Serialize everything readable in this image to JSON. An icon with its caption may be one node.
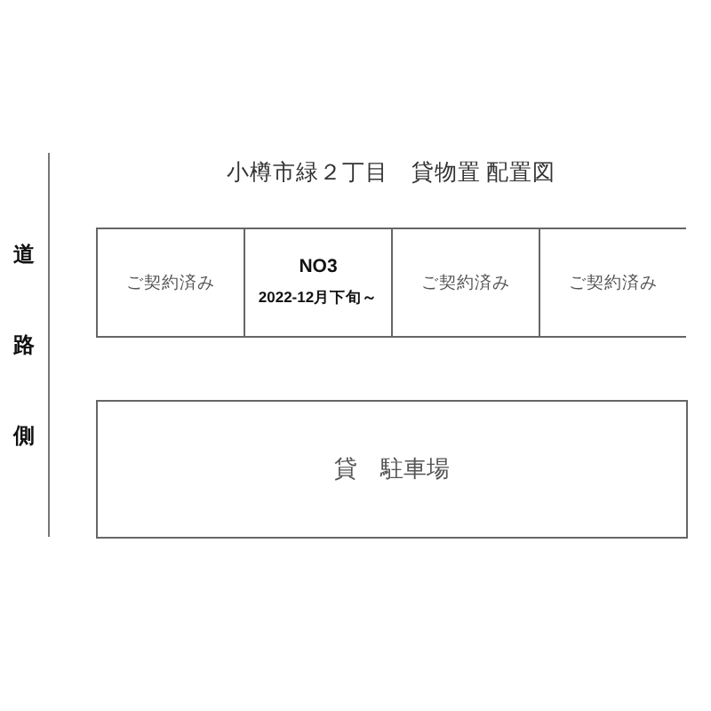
{
  "diagram": {
    "title": "小樽市緑２丁目　貸物置 配置図",
    "nodes": [
      {
        "text": [
          "ご契約済み"
        ]
      },
      {
        "text": [
          "NO3",
          "2022-12月下旬～"
        ]
      },
      {
        "text": [
          "ご契約済み"
        ]
      },
      {
        "text": [
          "ご契約済み"
        ]
      },
      {
        "text": [
          "貸　駐車場"
        ]
      }
    ],
    "labels": [
      "道路側"
    ]
  }
}
